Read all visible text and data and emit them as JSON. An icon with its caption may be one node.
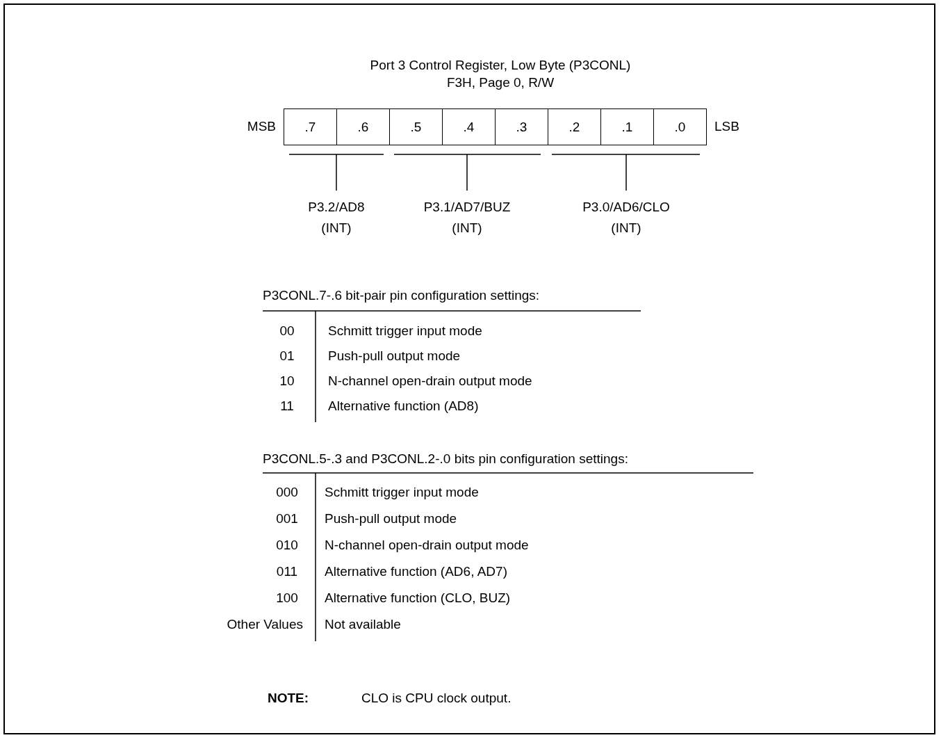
{
  "diagram": {
    "title": "Port 3 Control Register, Low Byte (P3CONL)",
    "nodes": [
      {
        "text": [
          ".7"
        ]
      },
      {
        "text": [
          ".6"
        ]
      },
      {
        "text": [
          ".5"
        ]
      },
      {
        "text": [
          ".4"
        ]
      },
      {
        "text": [
          ".3"
        ]
      },
      {
        "text": [
          ".2"
        ]
      },
      {
        "text": [
          ".1"
        ]
      },
      {
        "text": [
          ".0"
        ]
      }
    ],
    "labels": [
      "F3H, Page 0, R/W",
      "MSB",
      "LSB",
      "P3.2/AD8",
      "(INT)",
      "P3.1/AD7/BUZ",
      "(INT)",
      "P3.0/AD6/CLO",
      "(INT)",
      "P3CONL.7-.6 bit-pair pin configuration settings:",
      "00",
      "Schmitt trigger input mode",
      "01",
      "Push-pull output mode",
      "10",
      "N-channel open-drain output mode",
      "11",
      "Alternative function (AD8)",
      "P3CONL.5-.3 and P3CONL.2-.0 bits pin configuration settings:",
      "000",
      "Schmitt trigger input mode",
      "001",
      "Push-pull output mode",
      "010",
      "N-channel open-drain output mode",
      "011",
      "Alternative function (AD6, AD7)",
      "100",
      "Alternative function (CLO, BUZ)",
      "Other Values",
      "Not available",
      "NOTE:",
      "CLO is CPU clock output."
    ]
  }
}
